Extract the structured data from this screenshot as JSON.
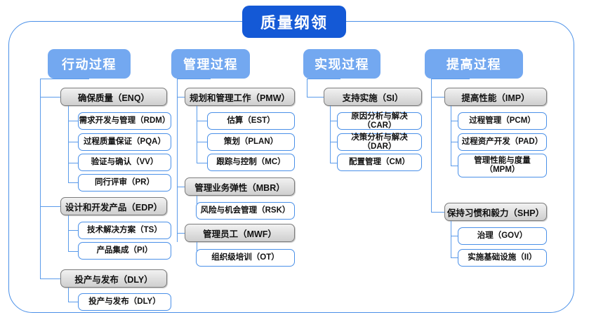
{
  "root": {
    "label": "质量纲领"
  },
  "colors": {
    "root_bg": "#1459d6",
    "column_header_bg": "#73a8f0",
    "group_border": "#7b7b7b",
    "leaf_border": "#4a90e8",
    "connector": "#5b9bea",
    "frame_border": "#4a90e8",
    "text": "#111111"
  },
  "columns": [
    {
      "header": "行动过程",
      "groups": [
        {
          "label": "确保质量（ENQ）",
          "items": [
            "需求开发与管理（RDM）",
            "过程质量保证（PQA）",
            "验证与确认（VV）",
            "同行评审（PR）"
          ]
        },
        {
          "label": "设计和开发产品（EDP）",
          "items": [
            "技术解决方案（TS）",
            "产品集成（PI）"
          ]
        },
        {
          "label": "投产与发布（DLY）",
          "items": [
            "投产与发布（DLY）"
          ]
        }
      ]
    },
    {
      "header": "管理过程",
      "groups": [
        {
          "label": "规划和管理工作（PMW）",
          "items": [
            "估算（EST）",
            "策划（PLAN）",
            "跟踪与控制（MC）"
          ]
        },
        {
          "label": "管理业务弹性（MBR）",
          "items": [
            "风险与机会管理（RSK）"
          ]
        },
        {
          "label": "管理员工（MWF）",
          "items": [
            "组织级培训（OT）"
          ]
        }
      ]
    },
    {
      "header": "实现过程",
      "groups": [
        {
          "label": "支持实施（SI）",
          "items": [
            "原因分析与解决（CAR）",
            "决策分析与解决（DAR）",
            "配置管理（CM）"
          ]
        }
      ]
    },
    {
      "header": "提高过程",
      "groups": [
        {
          "label": "提高性能（IMP）",
          "items": [
            "过程管理（PCM）",
            "过程资产开发（PAD）",
            "管理性能与度量\n（MPM）"
          ]
        },
        {
          "label": "保持习惯和毅力（SHP）",
          "items": [
            "治理（GOV）",
            "实施基础设施（II）"
          ]
        }
      ]
    }
  ]
}
